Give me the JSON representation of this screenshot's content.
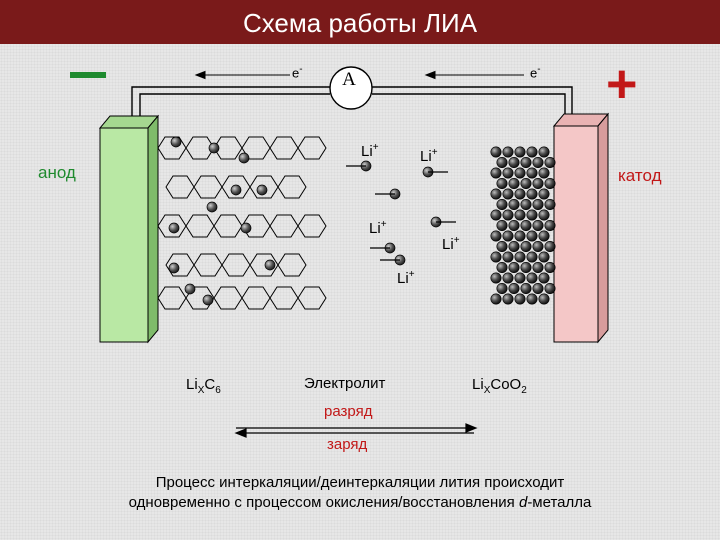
{
  "title": "Схема работы ЛИА",
  "terminals": {
    "minus": "–",
    "plus": "+"
  },
  "ammeter": "A",
  "electrons": {
    "left": "e",
    "right": "e",
    "sup": "-"
  },
  "electrodes": {
    "anode": "анод",
    "cathode": "катод"
  },
  "ions": {
    "base": "Li",
    "sup": "+",
    "items": [
      {
        "dir": "left"
      },
      {
        "dir": "right"
      },
      {
        "dir": "left"
      },
      {
        "dir": "right"
      },
      {
        "dir": "left"
      }
    ]
  },
  "formulas": {
    "anode": {
      "a": "Li",
      "b": "X",
      "c": "C",
      "d": "6"
    },
    "electrolyte": "Электролит",
    "cathode": {
      "a": "Li",
      "b": "X",
      "c": "CoO",
      "d": "2"
    }
  },
  "processes": {
    "discharge": "разряд",
    "charge": "заряд"
  },
  "caption": {
    "line1": "Процесс интеркаляции/деинтеркаляции лития происходит",
    "line2_prefix": "одновременно с процессом окисления/восстановления ",
    "line2_d": "d",
    "line2_suffix": "-металла"
  },
  "colors": {
    "title_bg": "#7a1a1a",
    "anode": "#b9e8a4",
    "cathode": "#f4c7c7",
    "minus": "#1e8a2e",
    "plus": "#c21818"
  }
}
